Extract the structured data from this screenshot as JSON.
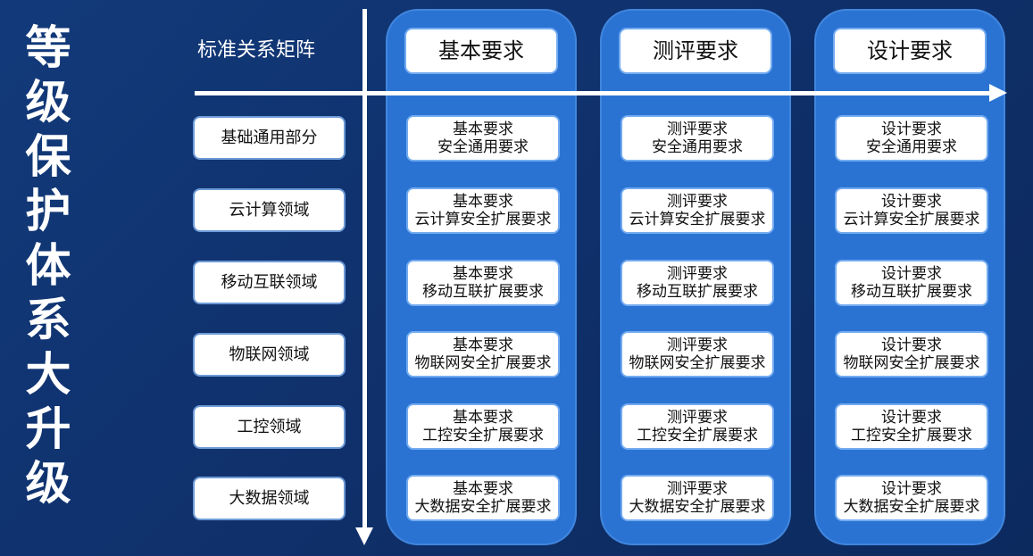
{
  "title": [
    "等",
    "级",
    "保",
    "护",
    "体",
    "系",
    "大",
    "升",
    "级"
  ],
  "matrix_label": "标准关系矩阵",
  "columns": [
    {
      "header": "基本要求",
      "cells": [
        {
          "l1": "基本要求",
          "l2": "安全通用要求"
        },
        {
          "l1": "基本要求",
          "l2": "云计算安全扩展要求"
        },
        {
          "l1": "基本要求",
          "l2": "移动互联扩展要求"
        },
        {
          "l1": "基本要求",
          "l2": "物联网安全扩展要求"
        },
        {
          "l1": "基本要求",
          "l2": "工控安全扩展要求"
        },
        {
          "l1": "基本要求",
          "l2": "大数据安全扩展要求"
        }
      ]
    },
    {
      "header": "测评要求",
      "cells": [
        {
          "l1": "测评要求",
          "l2": "安全通用要求"
        },
        {
          "l1": "测评要求",
          "l2": "云计算安全扩展要求"
        },
        {
          "l1": "测评要求",
          "l2": "移动互联扩展要求"
        },
        {
          "l1": "测评要求",
          "l2": "物联网安全扩展要求"
        },
        {
          "l1": "测评要求",
          "l2": "工控安全扩展要求"
        },
        {
          "l1": "测评要求",
          "l2": "大数据安全扩展要求"
        }
      ]
    },
    {
      "header": "设计要求",
      "cells": [
        {
          "l1": "设计要求",
          "l2": "安全通用要求"
        },
        {
          "l1": "设计要求",
          "l2": "云计算安全扩展要求"
        },
        {
          "l1": "设计要求",
          "l2": "移动互联扩展要求"
        },
        {
          "l1": "设计要求",
          "l2": "物联网安全扩展要求"
        },
        {
          "l1": "设计要求",
          "l2": "工控安全扩展要求"
        },
        {
          "l1": "设计要求",
          "l2": "大数据安全扩展要求"
        }
      ]
    }
  ],
  "rows": [
    "基础通用部分",
    "云计算领域",
    "移动互联领域",
    "物联网领域",
    "工控领域",
    "大数据领域"
  ]
}
